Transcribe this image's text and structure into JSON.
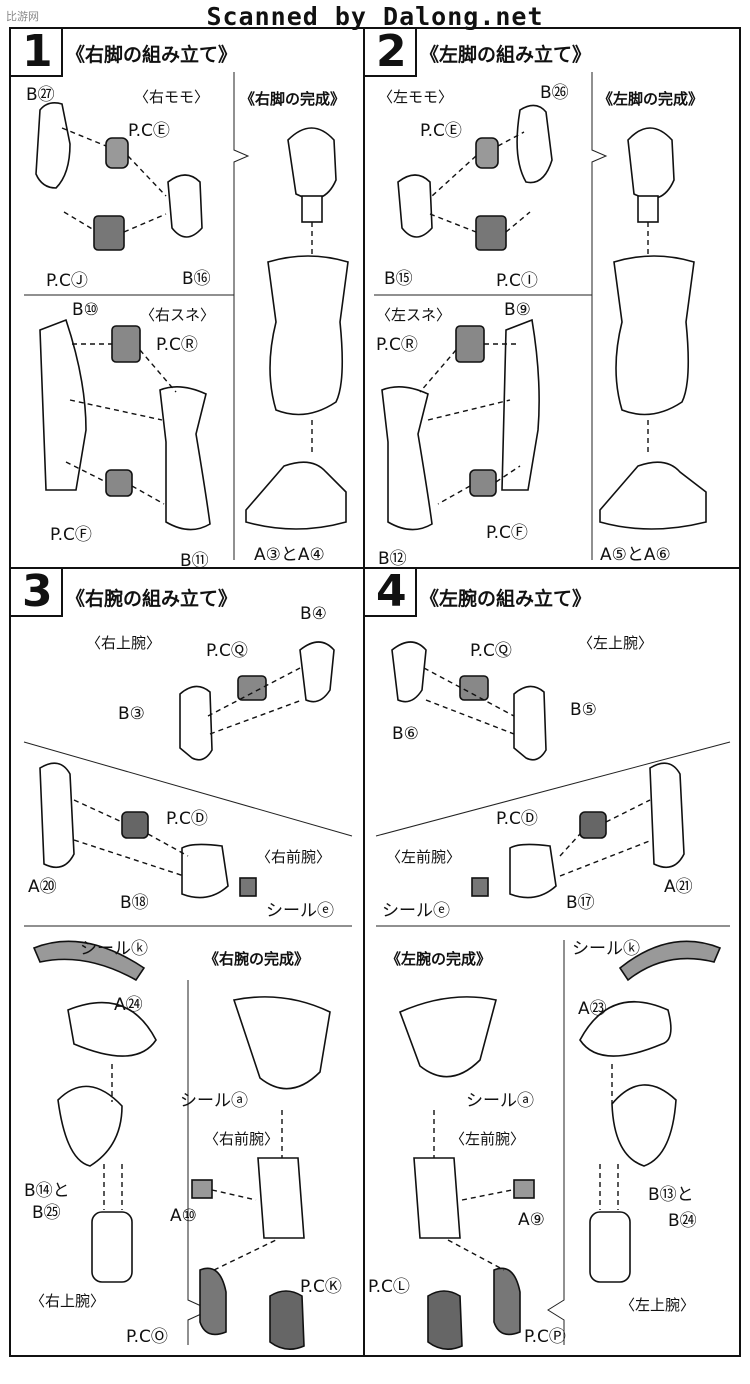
{
  "header": {
    "scanned_by": "Scanned by Dalong.net",
    "watermark": "比游网"
  },
  "steps": [
    {
      "number": "1",
      "title": "《右脚の組み立て》"
    },
    {
      "number": "2",
      "title": "《左脚の組み立て》"
    },
    {
      "number": "3",
      "title": "《右腕の組み立て》"
    },
    {
      "number": "4",
      "title": "《左腕の組み立て》"
    }
  ],
  "s1": {
    "b27": "B㉗",
    "sub_thigh": "〈右モモ〉",
    "complete": "《右脚の完成》",
    "pce": "P.CⒺ",
    "pcj": "P.CⒿ",
    "b16": "B⑯",
    "b10": "B⑩",
    "sub_shin": "〈右スネ〉",
    "pcr": "P.CⓇ",
    "pcf": "P.CⒻ",
    "b11": "B⑪",
    "a3a4": "A③とA④"
  },
  "s2": {
    "sub_thigh": "〈左モモ〉",
    "b26": "B㉖",
    "complete": "《左脚の完成》",
    "pce": "P.CⒺ",
    "b15": "B⑮",
    "pci": "P.CⒾ",
    "sub_shin": "〈左スネ〉",
    "b9": "B⑨",
    "pcr": "P.CⓇ",
    "b12": "B⑫",
    "pcf": "P.CⒻ",
    "a5a6": "A⑤とA⑥"
  },
  "s3": {
    "sub_upper": "〈右上腕〉",
    "b4": "B④",
    "pcq": "P.CⓆ",
    "b3": "B③",
    "pcd": "P.CⒹ",
    "sub_fore": "〈右前腕〉",
    "a20": "A⑳",
    "b18": "B⑱",
    "seal_e": "シールⓔ",
    "seal_ko": "シールⓚ",
    "complete": "《右腕の完成》",
    "a24": "A㉔",
    "seal_a": "シールⓐ",
    "sub_fore2": "〈右前腕〉",
    "b14": "B⑭と",
    "b25": "B㉕",
    "a10": "A⑩",
    "pck": "P.CⓀ",
    "sub_upper2": "〈右上腕〉",
    "pco": "P.CⓄ"
  },
  "s4": {
    "pcq": "P.CⓆ",
    "sub_upper": "〈左上腕〉",
    "b6": "B⑥",
    "b5": "B⑤",
    "pcd": "P.CⒹ",
    "sub_fore": "〈左前腕〉",
    "a21": "A㉑",
    "seal_e": "シールⓔ",
    "b17": "B⑰",
    "complete": "《左腕の完成》",
    "seal_ke": "シールⓚ",
    "a23": "A㉓",
    "seal_a": "シールⓐ",
    "sub_fore2": "〈左前腕〉",
    "b13": "B⑬と",
    "b24": "B㉔",
    "a9": "A⑨",
    "pcl": "P.CⓁ",
    "sub_upper2": "〈左上腕〉",
    "pcp": "P.CⓅ"
  }
}
